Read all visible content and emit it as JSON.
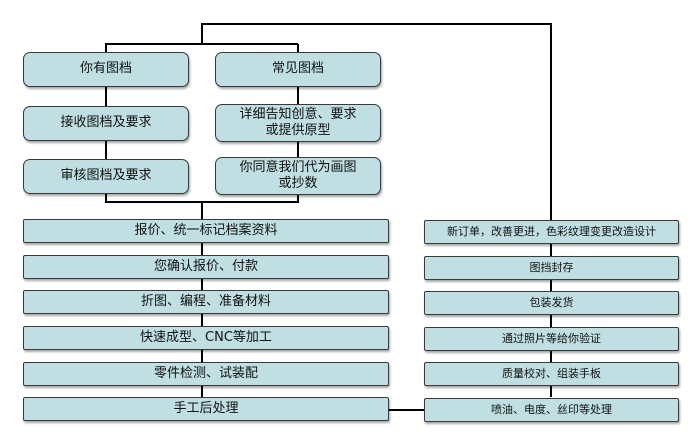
{
  "top_left": [
    {
      "id": "a1",
      "text": "你有图档"
    },
    {
      "id": "a2",
      "text": "接收图档及要求"
    },
    {
      "id": "a3",
      "text": "审核图档及要求"
    }
  ],
  "top_right": [
    {
      "id": "b1",
      "text": "常见图档"
    },
    {
      "id": "b2",
      "text": "详细告知创意、要求或提供原型"
    },
    {
      "id": "b3",
      "text": "你同意我们代为画图或抄数"
    }
  ],
  "main_steps": [
    "报价、统一标记档案资料",
    "您确认报价、付款",
    "折图、编程、准备材料",
    "快速成型、CNC等加工",
    "零件检测、试装配",
    "手工后处理"
  ],
  "right_steps": [
    "新订单，改善更进，色彩纹理变更改造设计",
    "图挡封存",
    "包装发货",
    "通过照片等给你验证",
    "质量校对、组装手板",
    "喷油、电度、丝印等处理"
  ]
}
